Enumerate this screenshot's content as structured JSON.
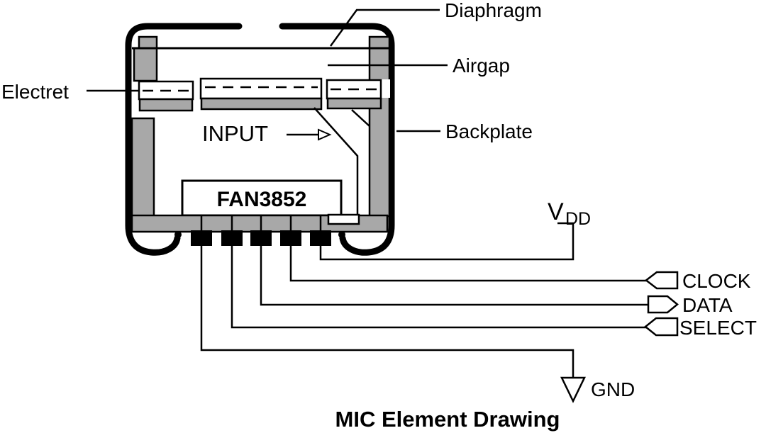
{
  "diagram": {
    "title": "MIC Element Drawing",
    "chip": {
      "label": "FAN3852"
    },
    "part_labels": {
      "diaphragm": "Diaphragm",
      "airgap": "Airgap",
      "electret": "Electret",
      "backplate": "Backplate",
      "input": "INPUT"
    },
    "signals": {
      "vdd_base": "V",
      "vdd_sub": "DD",
      "clock": "CLOCK",
      "data": "DATA",
      "select": "SELECT",
      "gnd": "GND"
    },
    "signal_directions": {
      "clock": "input",
      "data": "output",
      "select": "input",
      "gnd": "ground",
      "vdd": "supply"
    },
    "pin_count": 5,
    "colors": {
      "outline": "#000000",
      "metal_gray": "#a8a8a8",
      "background": "#ffffff"
    }
  }
}
